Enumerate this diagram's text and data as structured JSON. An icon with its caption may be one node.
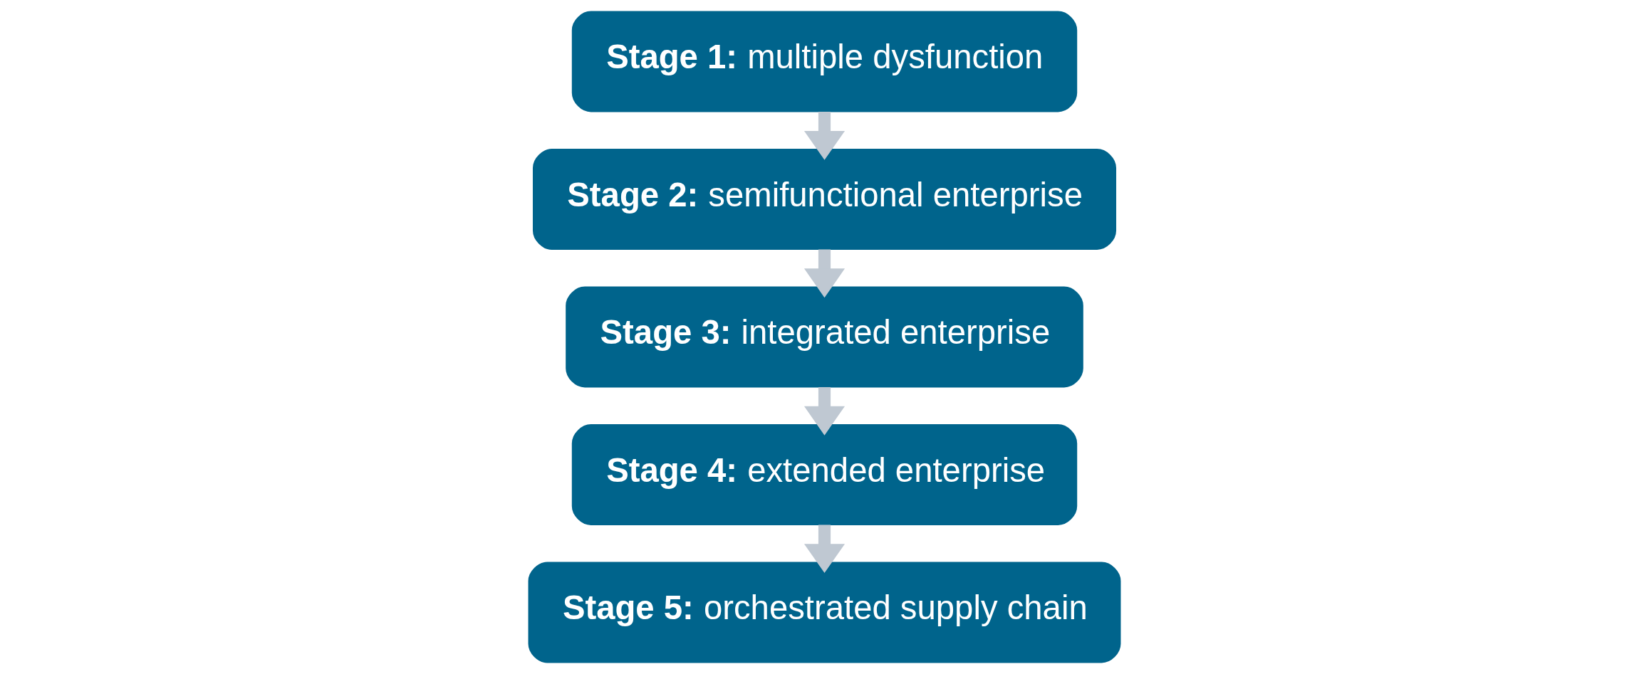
{
  "diagram": {
    "nodes": [
      {
        "text": [
          "**Stage 1:** multiple dysfunction"
        ]
      },
      {
        "text": [
          "**Stage 2:** semifunctional enterprise"
        ]
      },
      {
        "text": [
          "**Stage 3:** integrated enterprise"
        ]
      },
      {
        "text": [
          "**Stage 4:** extended enterprise"
        ]
      },
      {
        "text": [
          "**Stage 5:** orchestrated supply chain"
        ]
      }
    ],
    "edges": [
      {
        "from": 0,
        "to": 1,
        "arrow": "to"
      },
      {
        "from": 1,
        "to": 2,
        "arrow": "to"
      },
      {
        "from": 2,
        "to": 3,
        "arrow": "to"
      },
      {
        "from": 3,
        "to": 4,
        "arrow": "to"
      }
    ]
  }
}
